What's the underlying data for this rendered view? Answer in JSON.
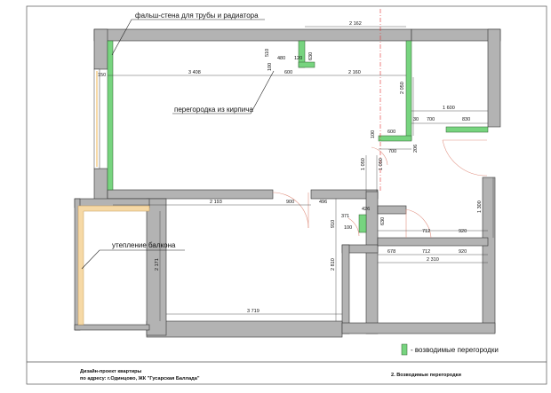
{
  "colors": {
    "wall": "#b3b3b3",
    "partition": "#77d47f",
    "balcony_insulation": "#f6d9a6",
    "door_swing": "#e09080",
    "axis": "#e03030"
  },
  "notes": {
    "false_wall": "фальш-стена для трубы и радиатора",
    "brick_partition": "перегородка из кирпича",
    "balcony": "утепление балкона"
  },
  "legend": {
    "label": "- возводимые перегородки"
  },
  "title_block": {
    "line1": "Дизайн-проект квартиры",
    "line2": "по адресу: г.Одинцово, ЖК \"Гусарская Баллада\"",
    "sheet": "2. Возводимые перегородки"
  },
  "dimensions": [
    {
      "id": "d2162",
      "text": "2 162"
    },
    {
      "id": "d510",
      "text": "510"
    },
    {
      "id": "d480",
      "text": "480"
    },
    {
      "id": "d120",
      "text": "120"
    },
    {
      "id": "d630",
      "text": "630"
    },
    {
      "id": "d150",
      "text": "150"
    },
    {
      "id": "d3408",
      "text": "3 408"
    },
    {
      "id": "d100a",
      "text": "100"
    },
    {
      "id": "d600a",
      "text": "600"
    },
    {
      "id": "d2160",
      "text": "2 160"
    },
    {
      "id": "d2050",
      "text": "2 050"
    },
    {
      "id": "d1600",
      "text": "1 600"
    },
    {
      "id": "d30",
      "text": "30"
    },
    {
      "id": "d700a",
      "text": "700"
    },
    {
      "id": "d830",
      "text": "830"
    },
    {
      "id": "d100b",
      "text": "100"
    },
    {
      "id": "d600b",
      "text": "600"
    },
    {
      "id": "d700b",
      "text": "700"
    },
    {
      "id": "d206",
      "text": "206"
    },
    {
      "id": "d1050a",
      "text": "1 050"
    },
    {
      "id": "d1050b",
      "text": "1 050"
    },
    {
      "id": "d1300",
      "text": "1 300"
    },
    {
      "id": "d2193",
      "text": "2 193"
    },
    {
      "id": "d900",
      "text": "900"
    },
    {
      "id": "d496",
      "text": "496"
    },
    {
      "id": "d426",
      "text": "426"
    },
    {
      "id": "d371",
      "text": "371"
    },
    {
      "id": "d910",
      "text": "910"
    },
    {
      "id": "d630b",
      "text": "630"
    },
    {
      "id": "d100c",
      "text": "100"
    },
    {
      "id": "d712a",
      "text": "712"
    },
    {
      "id": "d920a",
      "text": "920"
    },
    {
      "id": "d678",
      "text": "678"
    },
    {
      "id": "d712b",
      "text": "712"
    },
    {
      "id": "d920b",
      "text": "920"
    },
    {
      "id": "d2310",
      "text": "2 310"
    },
    {
      "id": "d2171",
      "text": "2 171"
    },
    {
      "id": "d2810",
      "text": "2 810"
    },
    {
      "id": "d3719",
      "text": "3 719"
    }
  ]
}
